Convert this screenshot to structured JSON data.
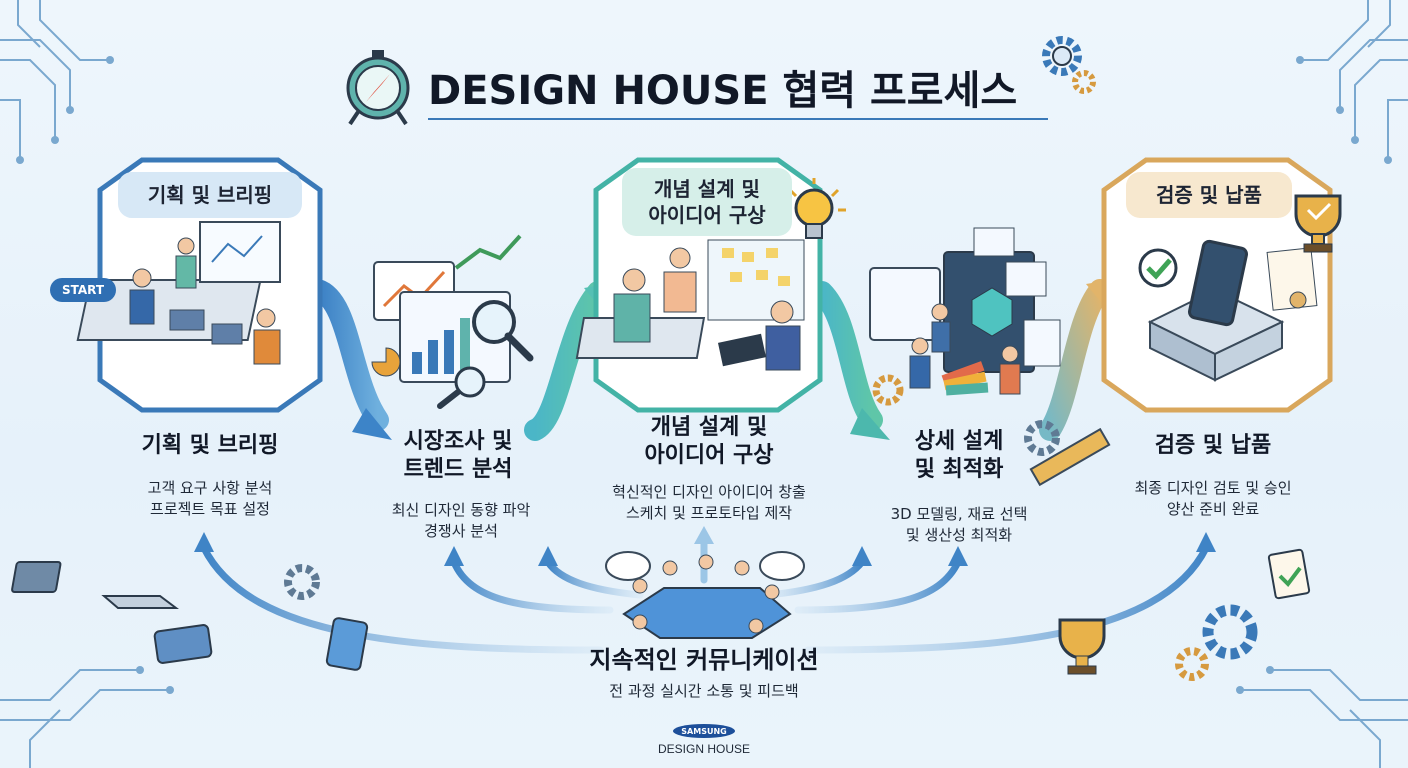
{
  "title": "DESIGN HOUSE 협력 프로세스",
  "start_badge": "START",
  "steps": [
    {
      "card_label": "기획 및 브리핑",
      "title": "기획 및 브리핑",
      "desc": [
        "고객 요구 사항 분석",
        "프로젝트 목표 설정"
      ]
    },
    {
      "card_label": "",
      "title": "시장조사 및\n트렌드 분석",
      "desc": [
        "최신 디자인 동향 파악",
        "경쟁사 분석"
      ]
    },
    {
      "card_label": "개념 설계 및\n아이디어 구상",
      "title": "개념 설계 및\n아이디어 구상",
      "desc": [
        "혁신적인 디자인 아이디어 창출",
        "스케치 및 프로토타입 제작"
      ]
    },
    {
      "card_label": "",
      "title": "상세 설계\n및 최적화",
      "desc": [
        "3D 모델링, 재료 선택",
        "및 생산성 최적화"
      ]
    },
    {
      "card_label": "검증 및 납품",
      "title": "검증 및 납품",
      "desc": [
        "최종 디자인 검토 및 승인",
        "양산 준비 완료"
      ]
    }
  ],
  "communication": {
    "title": "지속적인 커뮤니케이션",
    "subtitle": "전 과정 실시간 소통 및 피드백"
  },
  "brand": {
    "logo": "SAMSUNG",
    "name": "DESIGN HOUSE"
  },
  "colors": {
    "blue": "#3a79b8",
    "teal": "#43b3a6",
    "gold": "#d9a75c",
    "dark_text": "#111827"
  }
}
